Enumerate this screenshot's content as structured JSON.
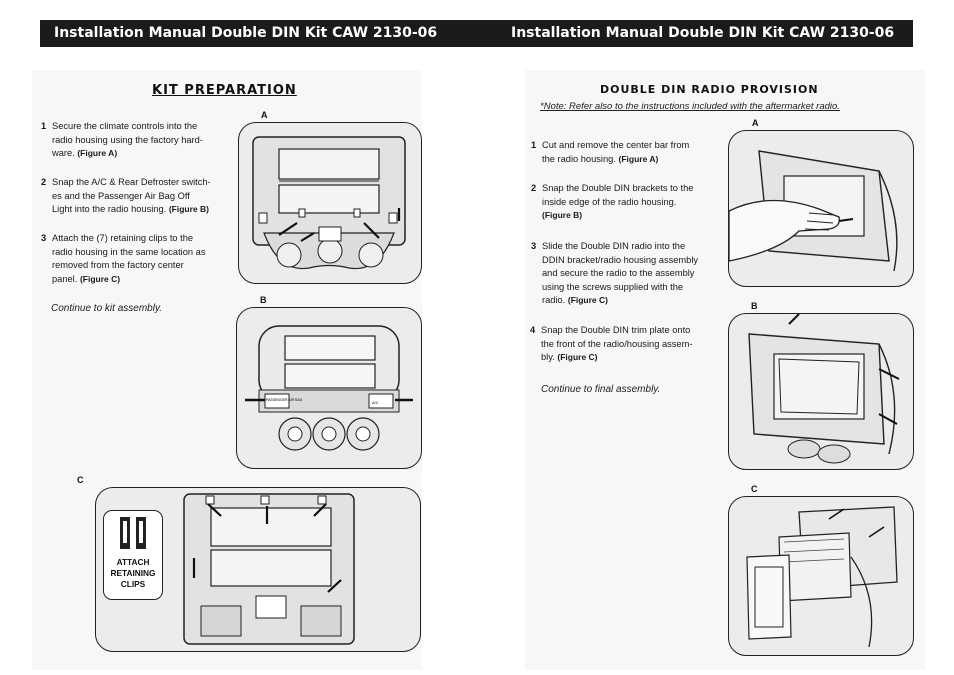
{
  "header": {
    "left_title": "Installation Manual Double DIN Kit CAW 2130-06",
    "right_title": "Installation Manual Double DIN Kit CAW 2130-06"
  },
  "kit_preparation": {
    "title": "KIT PREPARATION",
    "steps": [
      {
        "num": "1",
        "lines": [
          "Secure the climate controls into the",
          "radio housing using the factory hard-",
          "ware."
        ],
        "ref": "(Figure A)"
      },
      {
        "num": "2",
        "lines": [
          "Snap the A/C & Rear Defroster switch-",
          "es and the Passenger Air Bag Off",
          "Light into the radio housing."
        ],
        "ref": "(Figure B)"
      },
      {
        "num": "3",
        "lines": [
          "Attach the (7) retaining clips to the",
          "radio housing in the same location as",
          "removed from the factory center",
          "panel."
        ],
        "ref": "(Figure C)"
      }
    ],
    "continue_text": "Continue to kit assembly.",
    "figure_labels": [
      "A",
      "B",
      "C"
    ],
    "callout": {
      "line1": "ATTACH",
      "line2": "RETAINING",
      "line3": "CLIPS"
    },
    "fig_b_labels": {
      "airbag": "PASSENGER AIR BAG",
      "ac": "A/C"
    }
  },
  "double_din": {
    "title": "DOUBLE DIN RADIO PROVISION",
    "note": "*Note:  Refer also to the instructions included with the aftermarket radio.",
    "steps": [
      {
        "num": "1",
        "lines": [
          "Cut and remove the center bar from",
          "the radio housing."
        ],
        "ref": "(Figure A)"
      },
      {
        "num": "2",
        "lines": [
          "Snap the Double DIN brackets to the",
          "inside edge of the radio housing."
        ],
        "ref": "(Figure B)"
      },
      {
        "num": "3",
        "lines": [
          "Slide the Double DIN radio into the",
          "DDIN bracket/radio housing assembly",
          "and secure the radio to the assembly",
          "using the screws supplied with the",
          "radio."
        ],
        "ref": "(Figure C)"
      },
      {
        "num": "4",
        "lines": [
          "Snap the Double DIN trim plate onto",
          "the front of the radio/housing assem-",
          "bly."
        ],
        "ref": "(Figure C)"
      }
    ],
    "continue_text": "Continue to final assembly.",
    "figure_labels": [
      "A",
      "B",
      "C"
    ]
  }
}
